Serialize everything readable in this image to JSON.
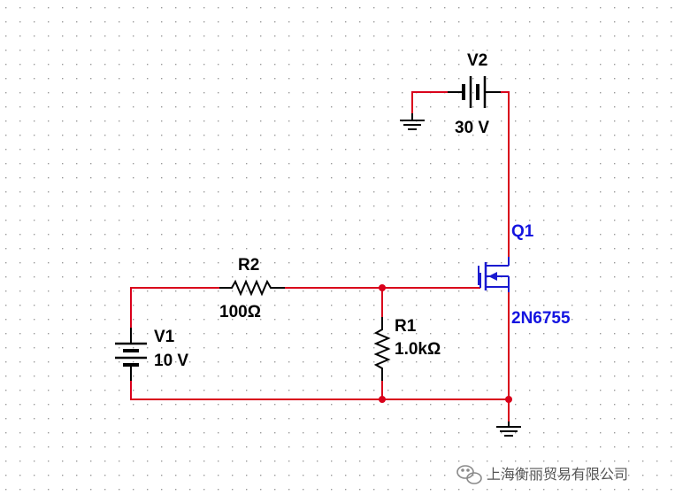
{
  "colors": {
    "wire": "#d9001b",
    "junction": "#d9001b",
    "component": "#000000",
    "transistor": "#1a1ad0",
    "transistor_label": "#1414e0",
    "grid_dot": "#9a9a9a"
  },
  "components": {
    "v1": {
      "ref": "V1",
      "value": "10 V"
    },
    "v2": {
      "ref": "V2",
      "value": "30 V"
    },
    "r1": {
      "ref": "R1",
      "value": "1.0kΩ"
    },
    "r2": {
      "ref": "R2",
      "value": "100Ω"
    },
    "q1": {
      "ref": "Q1",
      "model": "2N6755"
    }
  },
  "watermark": {
    "text": "上海衡丽贸易有限公司",
    "icon": "wechat-icon"
  }
}
